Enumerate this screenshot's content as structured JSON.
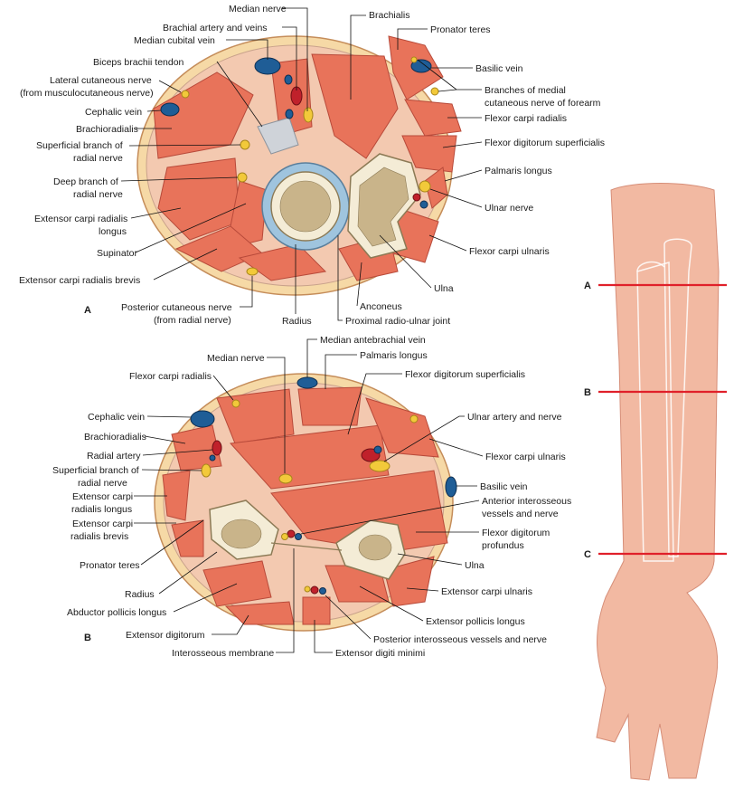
{
  "panel_a": {
    "letter": "A",
    "labels": [
      "Median nerve",
      "Brachial artery and veins",
      "Median cubital vein",
      "Brachialis",
      "Pronator teres",
      "Biceps brachii tendon",
      "Basilic vein",
      "Lateral cutaneous nerve",
      "(from musculocutaneous nerve)",
      "Branches of medial",
      "cutaneous nerve of forearm",
      "Cephalic vein",
      "Flexor carpi radialis",
      "Brachioradialis",
      "Flexor digitorum superficialis",
      "Superficial branch of",
      "radial nerve",
      "Palmaris longus",
      "Deep branch of",
      "radial nerve",
      "Ulnar nerve",
      "Extensor carpi radialis",
      "longus",
      "Flexor carpi ulnaris",
      "Supinator",
      "Extensor carpi radialis brevis",
      "Ulna",
      "Posterior cutaneous nerve",
      "(from radial nerve)",
      "Anconeus",
      "Radius",
      "Proximal radio-ulnar joint"
    ]
  },
  "panel_b": {
    "letter": "B",
    "labels": [
      "Median antebrachial vein",
      "Median nerve",
      "Palmaris longus",
      "Flexor carpi radialis",
      "Flexor digitorum superficialis",
      "Cephalic vein",
      "Ulnar artery and nerve",
      "Brachioradialis",
      "Radial artery",
      "Flexor carpi ulnaris",
      "Superficial branch of",
      "radial nerve",
      "Basilic vein",
      "Extensor carpi",
      "radialis longus",
      "Anterior interosseous",
      "vessels and nerve",
      "Extensor carpi",
      "radialis brevis",
      "Flexor digitorum",
      "profundus",
      "Pronator teres",
      "Ulna",
      "Radius",
      "Extensor carpi ulnaris",
      "Abductor pollicis longus",
      "Extensor pollicis longus",
      "Extensor digitorum",
      "Posterior interosseous vessels and nerve",
      "Interosseous membrane",
      "Extensor digiti minimi"
    ]
  },
  "arm_levels": [
    "A",
    "B",
    "C"
  ],
  "colors": {
    "muscle": "#e8735a",
    "skin": "#f6d9a6",
    "bone": "#f4ecd6",
    "vein": "#1f5d96",
    "artery": "#c0212b",
    "nerve": "#f2c93a",
    "cut_line": "#e0202a"
  }
}
